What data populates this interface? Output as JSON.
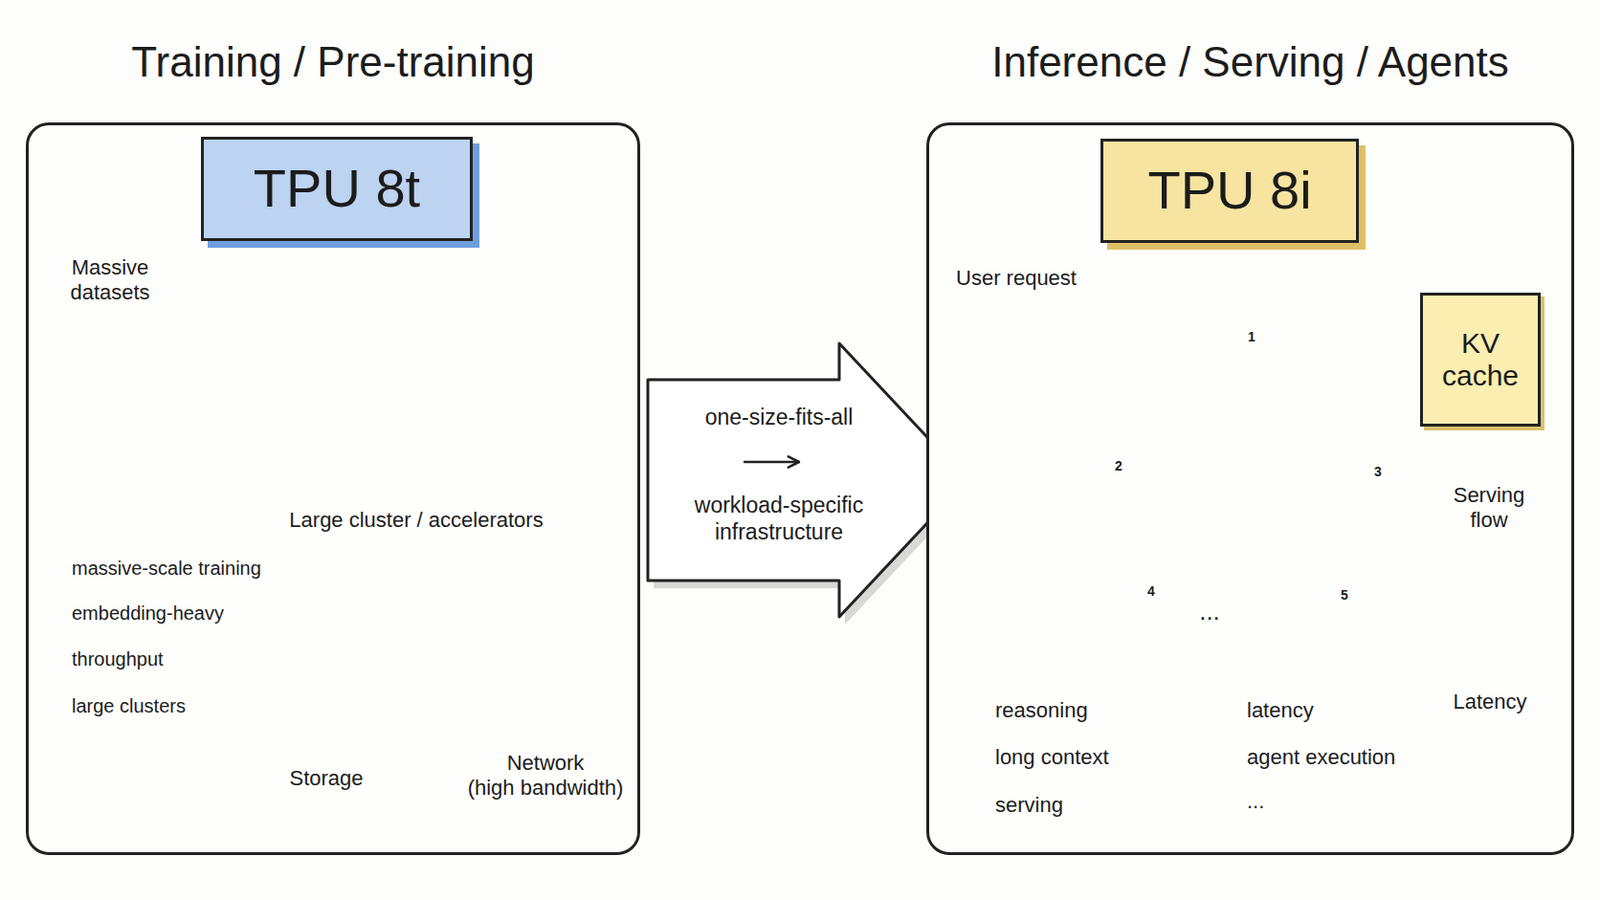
{
  "diagram": {
    "nodes": [
      {
        "text": [
          "Training / Pre-training"
        ]
      },
      {
        "text": [
          "TPU 8t"
        ],
        "in": 0
      },
      {
        "text": [
          "one-size-fits-all",
          "workload-specific infrastructure"
        ]
      },
      {
        "text": [
          "Inference / Serving / Agents"
        ]
      },
      {
        "text": [
          "TPU 8i"
        ],
        "in": 3
      },
      {
        "text": [
          "KV cache"
        ],
        "in": 3
      }
    ],
    "labels": [
      "Massive datasets",
      "Large cluster / accelerators",
      "massive-scale training",
      "embedding-heavy",
      "throughput",
      "large clusters",
      "Storage",
      "Network (high bandwidth)",
      "User request",
      "1",
      "2",
      "3",
      "4",
      "5",
      "...",
      "Serving flow",
      "Latency",
      "reasoning",
      "long context",
      "serving",
      "latency",
      "agent execution",
      "..."
    ]
  }
}
